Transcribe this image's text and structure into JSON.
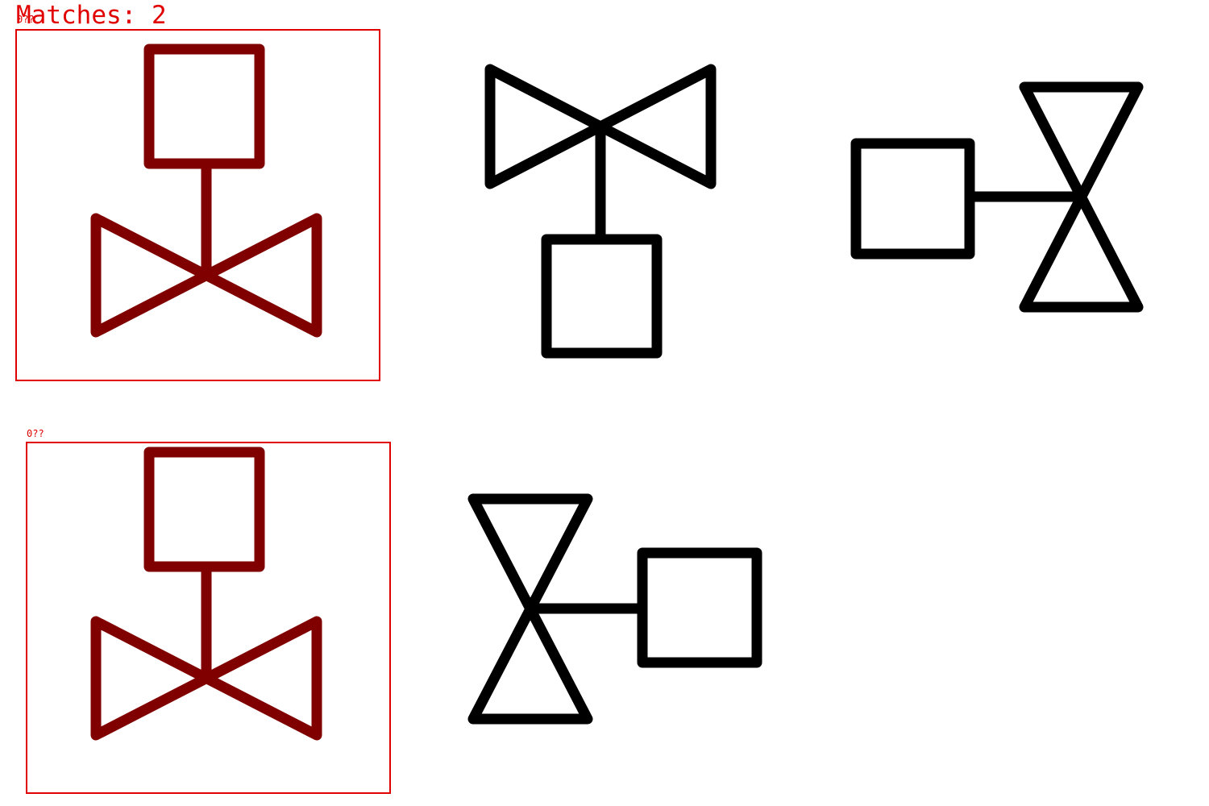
{
  "header": {
    "matches_label": "Matches: 2"
  },
  "detections": [
    {
      "label": "0??"
    },
    {
      "label": "0??"
    }
  ],
  "symbols": [
    {
      "type": "valve-actuator",
      "orientation": "actuator-up",
      "status": "matched"
    },
    {
      "type": "valve-actuator",
      "orientation": "actuator-down",
      "status": "unmatched"
    },
    {
      "type": "valve-actuator",
      "orientation": "actuator-left",
      "status": "unmatched"
    },
    {
      "type": "valve-actuator",
      "orientation": "actuator-up",
      "status": "matched"
    },
    {
      "type": "valve-actuator",
      "orientation": "actuator-right",
      "status": "unmatched"
    }
  ],
  "colors": {
    "box_and_text": "#e00000",
    "matched_symbol": "#800000",
    "unmatched_symbol": "#000000",
    "background": "#ffffff"
  }
}
